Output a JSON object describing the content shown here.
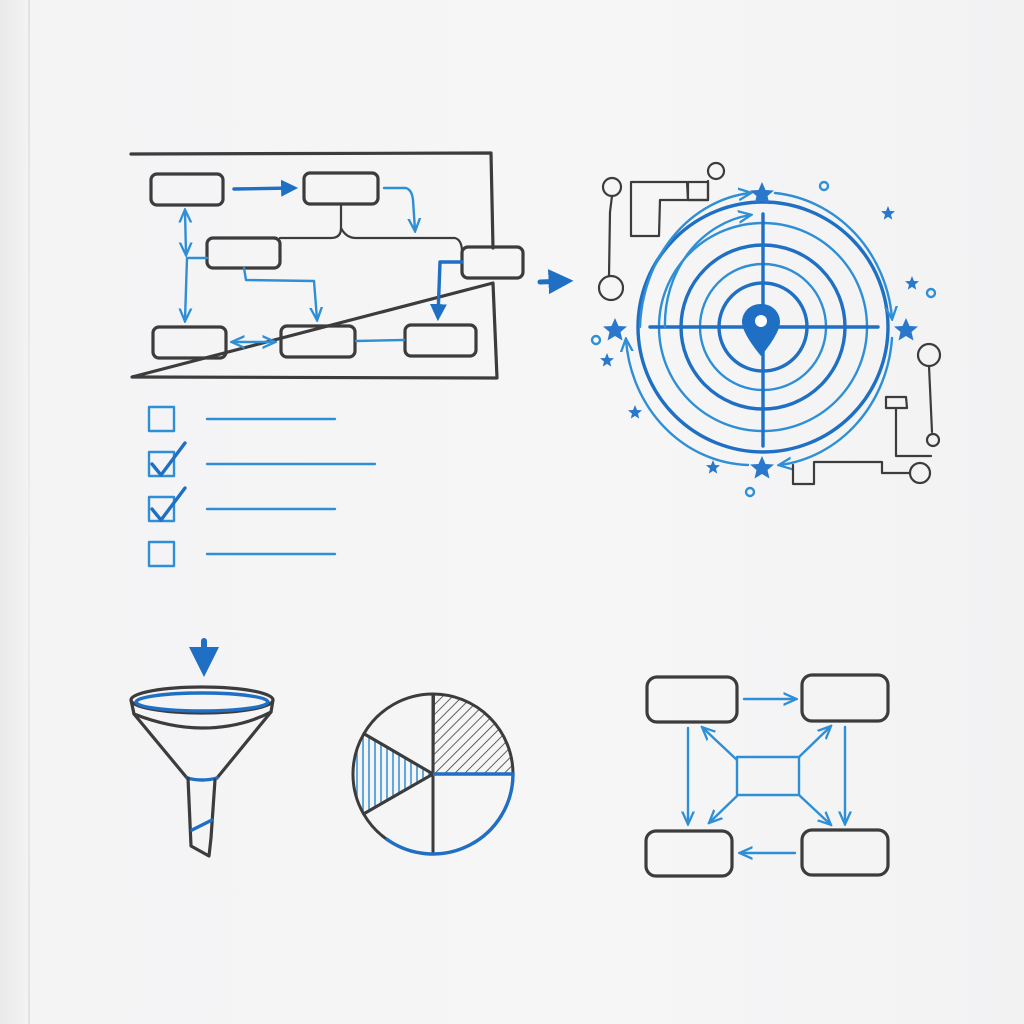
{
  "colors": {
    "paper": "#f6f6f7",
    "ink": "#3c3c3c",
    "blue": "#2f8fd6",
    "blue_dark": "#1f6fc4"
  },
  "checklist": [
    {
      "checked": false
    },
    {
      "checked": true
    },
    {
      "checked": true
    },
    {
      "checked": false
    }
  ],
  "pie_slices": [
    {
      "fraction": 0.25,
      "style": "hatched-ink"
    },
    {
      "fraction": 0.25,
      "style": "plain"
    },
    {
      "fraction": 0.167,
      "style": "plain"
    },
    {
      "fraction": 0.167,
      "style": "hatched-blue"
    },
    {
      "fraction": 0.167,
      "style": "plain"
    }
  ],
  "icons": [
    "flowchart",
    "arrow-right",
    "radar-target",
    "checklist",
    "funnel",
    "pie-chart",
    "cycle-diagram"
  ]
}
